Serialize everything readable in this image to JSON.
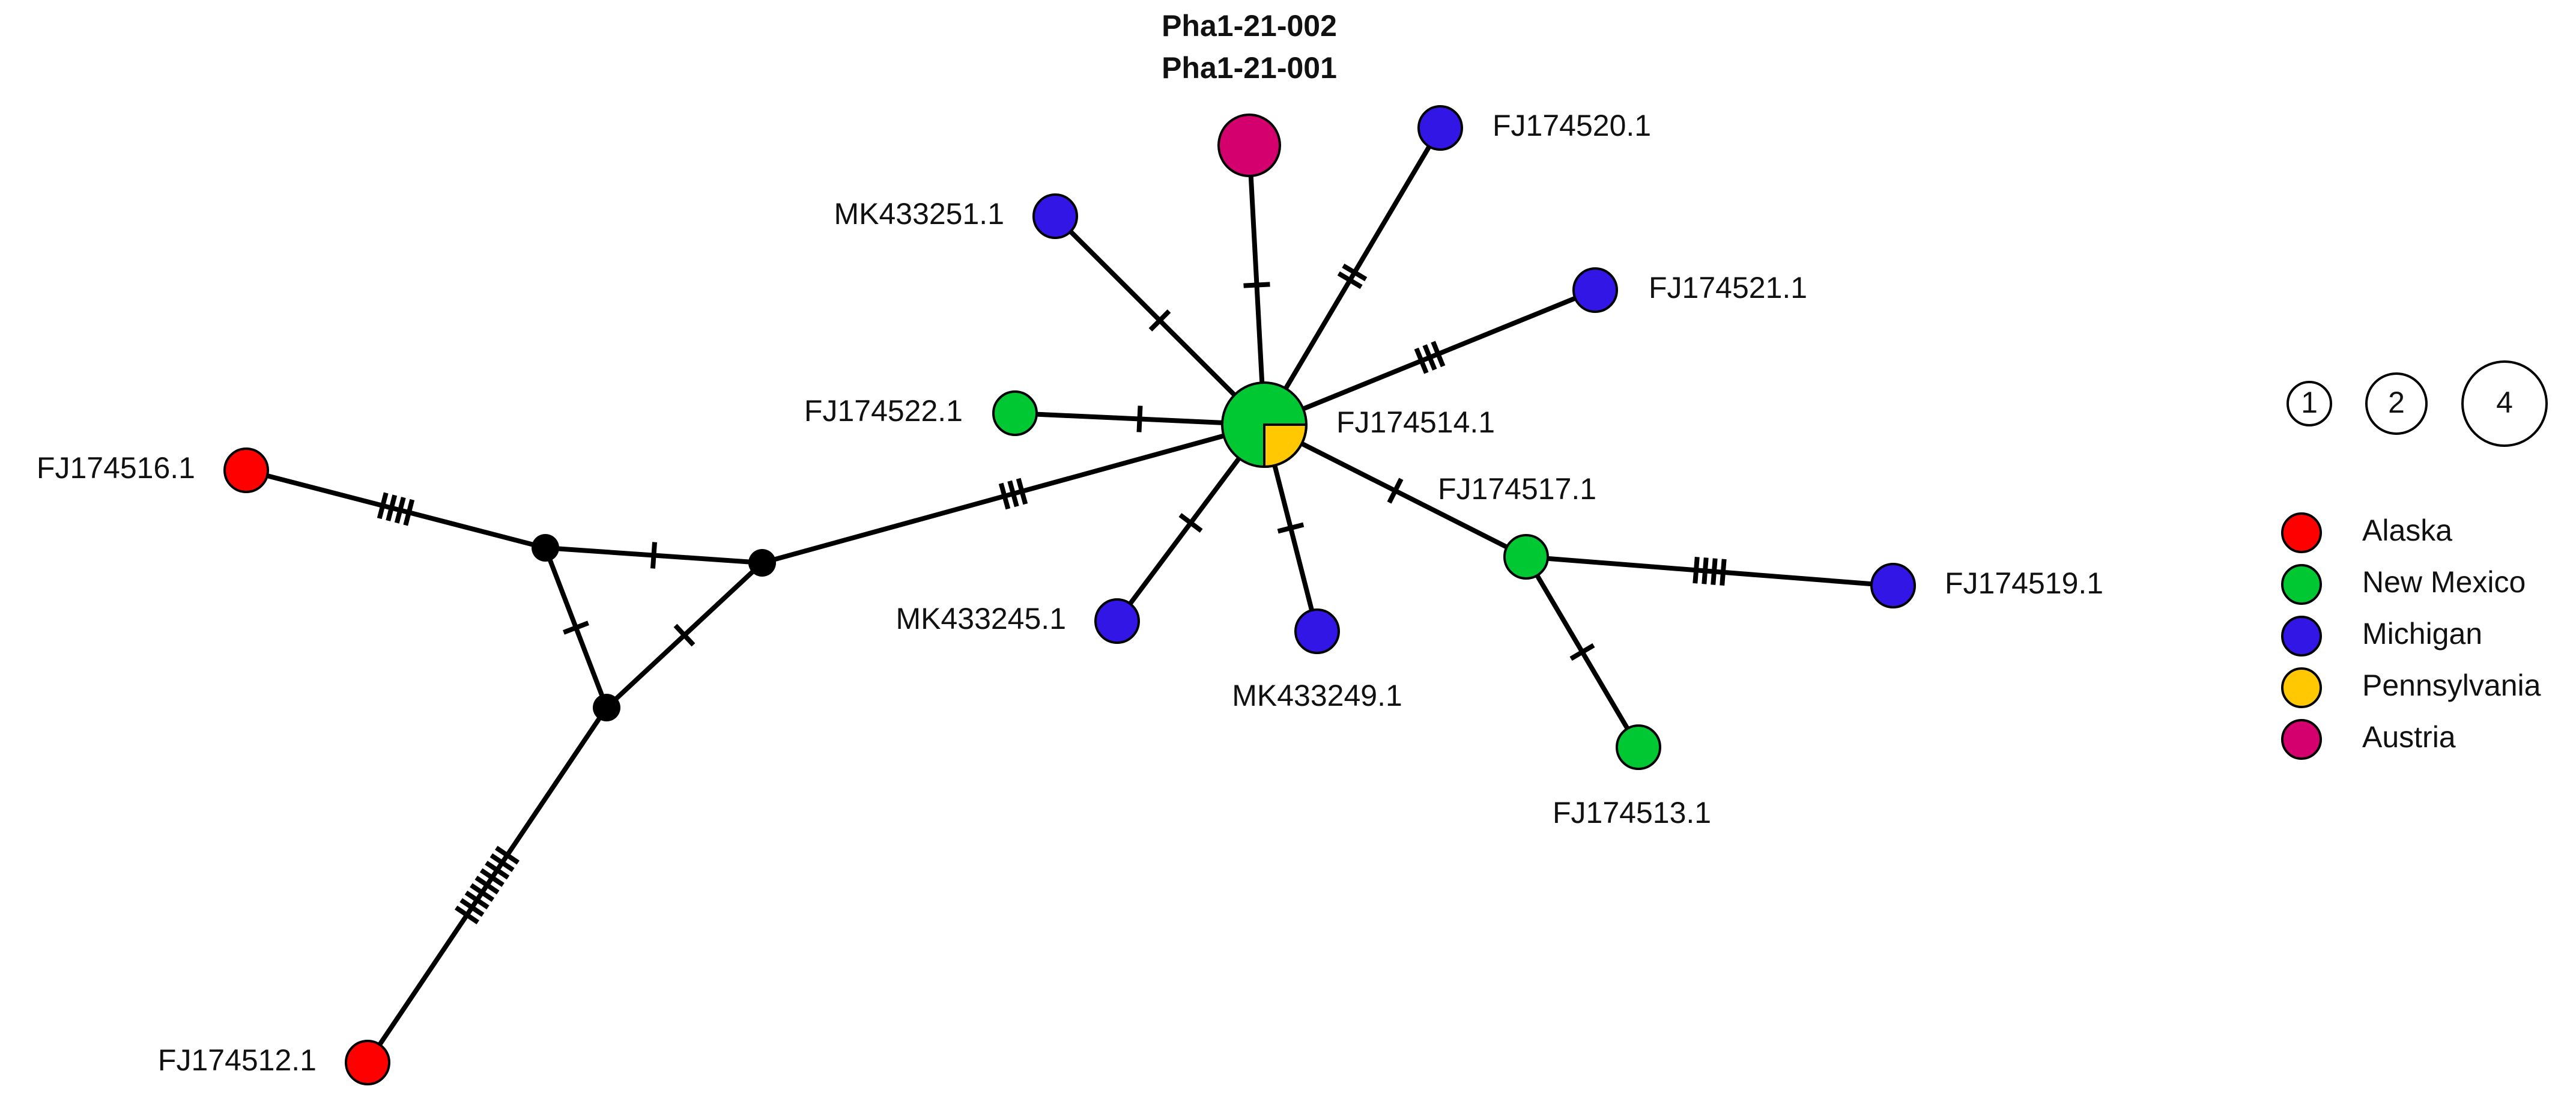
{
  "colors": {
    "alaska": "#ff0000",
    "new_mexico": "#00c832",
    "michigan": "#3216e6",
    "pennsylvania": "#ffc800",
    "austria": "#d4006e",
    "median_vector": "#000000"
  },
  "network": {
    "nodes": [
      {
        "id": "center",
        "label": "FJ174514.1",
        "type": "haplotype",
        "size": 4,
        "pie": [
          {
            "region": "new_mexico",
            "fraction": 0.75
          },
          {
            "region": "pennsylvania",
            "fraction": 0.25
          }
        ]
      },
      {
        "id": "austria",
        "label_lines": [
          "Pha1-21-002",
          "Pha1-21-001"
        ],
        "type": "haplotype",
        "size": 2,
        "region": "austria"
      },
      {
        "id": "fj174520",
        "label": "FJ174520.1",
        "type": "haplotype",
        "size": 1,
        "region": "michigan"
      },
      {
        "id": "mk433251",
        "label": "MK433251.1",
        "type": "haplotype",
        "size": 1,
        "region": "michigan"
      },
      {
        "id": "fj174521",
        "label": "FJ174521.1",
        "type": "haplotype",
        "size": 1,
        "region": "michigan"
      },
      {
        "id": "fj174522",
        "label": "FJ174522.1",
        "type": "haplotype",
        "size": 1,
        "region": "new_mexico"
      },
      {
        "id": "fj174517",
        "label": "FJ174517.1",
        "type": "haplotype",
        "size": 1,
        "region": "new_mexico"
      },
      {
        "id": "fj174519",
        "label": "FJ174519.1",
        "type": "haplotype",
        "size": 1,
        "region": "michigan"
      },
      {
        "id": "fj174513",
        "label": "FJ174513.1",
        "type": "haplotype",
        "size": 1,
        "region": "new_mexico"
      },
      {
        "id": "mk433245",
        "label": "MK433245.1",
        "type": "haplotype",
        "size": 1,
        "region": "michigan"
      },
      {
        "id": "mk433249",
        "label": "MK433249.1",
        "type": "haplotype",
        "size": 1,
        "region": "michigan"
      },
      {
        "id": "fj174516",
        "label": "FJ174516.1",
        "type": "haplotype",
        "size": 1,
        "region": "alaska"
      },
      {
        "id": "fj174512",
        "label": "FJ174512.1",
        "type": "haplotype",
        "size": 1,
        "region": "alaska"
      },
      {
        "id": "mv1",
        "type": "median_vector"
      },
      {
        "id": "mv2",
        "type": "median_vector"
      },
      {
        "id": "mv3",
        "type": "median_vector"
      }
    ],
    "edges": [
      {
        "from": "center",
        "to": "austria",
        "mutations": 1
      },
      {
        "from": "center",
        "to": "fj174520",
        "mutations": 2
      },
      {
        "from": "center",
        "to": "mk433251",
        "mutations": 1
      },
      {
        "from": "center",
        "to": "fj174521",
        "mutations": 3
      },
      {
        "from": "center",
        "to": "fj174522",
        "mutations": 1
      },
      {
        "from": "center",
        "to": "fj174517",
        "mutations": 1
      },
      {
        "from": "center",
        "to": "mk433245",
        "mutations": 1
      },
      {
        "from": "center",
        "to": "mk433249",
        "mutations": 1
      },
      {
        "from": "center",
        "to": "mv3",
        "mutations": 3
      },
      {
        "from": "fj174517",
        "to": "fj174519",
        "mutations": 4
      },
      {
        "from": "fj174517",
        "to": "fj174513",
        "mutations": 1
      },
      {
        "from": "mv1",
        "to": "mv3",
        "mutations": 1
      },
      {
        "from": "mv1",
        "to": "mv2",
        "mutations": 1
      },
      {
        "from": "mv2",
        "to": "mv3",
        "mutations": 1
      },
      {
        "from": "mv1",
        "to": "fj174516",
        "mutations": 4
      },
      {
        "from": "mv2",
        "to": "fj174512",
        "mutations": 9
      }
    ]
  },
  "size_scale": [
    {
      "label": "1",
      "value": 1
    },
    {
      "label": "2",
      "value": 2
    },
    {
      "label": "4",
      "value": 4
    }
  ],
  "legend": [
    {
      "label": "Alaska",
      "color_key": "alaska"
    },
    {
      "label": "New Mexico",
      "color_key": "new_mexico"
    },
    {
      "label": "Michigan",
      "color_key": "michigan"
    },
    {
      "label": "Pennsylvania",
      "color_key": "pennsylvania"
    },
    {
      "label": "Austria",
      "color_key": "austria"
    }
  ]
}
